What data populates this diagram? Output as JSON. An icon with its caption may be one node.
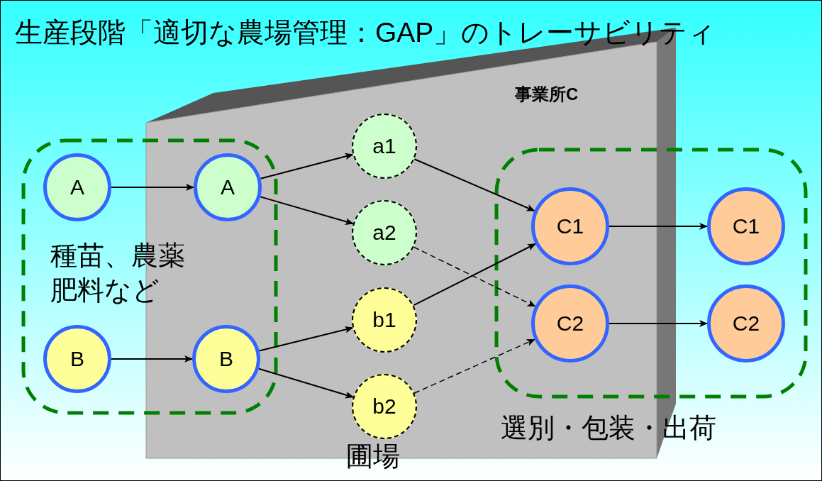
{
  "diagram": {
    "title": "生産段階「適切な農場管理：GAP」のトレーサビリティ",
    "nodes": [
      {
        "text": [
          "事業所C"
        ]
      },
      {
        "text": [
          "種苗、農薬肥料など"
        ]
      },
      {
        "text": [
          "A"
        ],
        "in": 1
      },
      {
        "text": [
          "A"
        ]
      },
      {
        "text": [
          "B"
        ],
        "in": 1
      },
      {
        "text": [
          "B"
        ]
      },
      {
        "text": [
          "a1"
        ],
        "in": 0
      },
      {
        "text": [
          "a2"
        ],
        "in": 0
      },
      {
        "text": [
          "b1"
        ],
        "in": 0
      },
      {
        "text": [
          "b2"
        ],
        "in": 0
      },
      {
        "text": [],
        "shape": "box"
      },
      {
        "text": [
          "C1"
        ]
      },
      {
        "text": [
          "C2"
        ]
      },
      {
        "text": [
          "C1"
        ],
        "in": 10
      },
      {
        "text": [
          "C2"
        ],
        "in": 10
      }
    ],
    "edges": [
      {
        "from": 2,
        "to": 3,
        "arrow": "to"
      },
      {
        "from": 4,
        "to": 5,
        "arrow": "to"
      },
      {
        "from": 3,
        "to": 6,
        "arrow": "to"
      },
      {
        "from": 3,
        "to": 7,
        "arrow": "to"
      },
      {
        "from": 5,
        "to": 8,
        "arrow": "to"
      },
      {
        "from": 5,
        "to": 9,
        "arrow": "to"
      },
      {
        "from": 6,
        "to": 11,
        "arrow": "to"
      },
      {
        "from": 8,
        "to": 11,
        "arrow": "to"
      },
      {
        "from": 7,
        "to": 12,
        "arrow": "to",
        "style": "dashed"
      },
      {
        "from": 9,
        "to": 12,
        "arrow": "to",
        "style": "dashed"
      },
      {
        "from": 11,
        "to": 13,
        "arrow": "to"
      },
      {
        "from": 12,
        "to": 14,
        "arrow": "to"
      }
    ],
    "labels": [
      "選別・包装・出荷",
      "圃場"
    ]
  }
}
